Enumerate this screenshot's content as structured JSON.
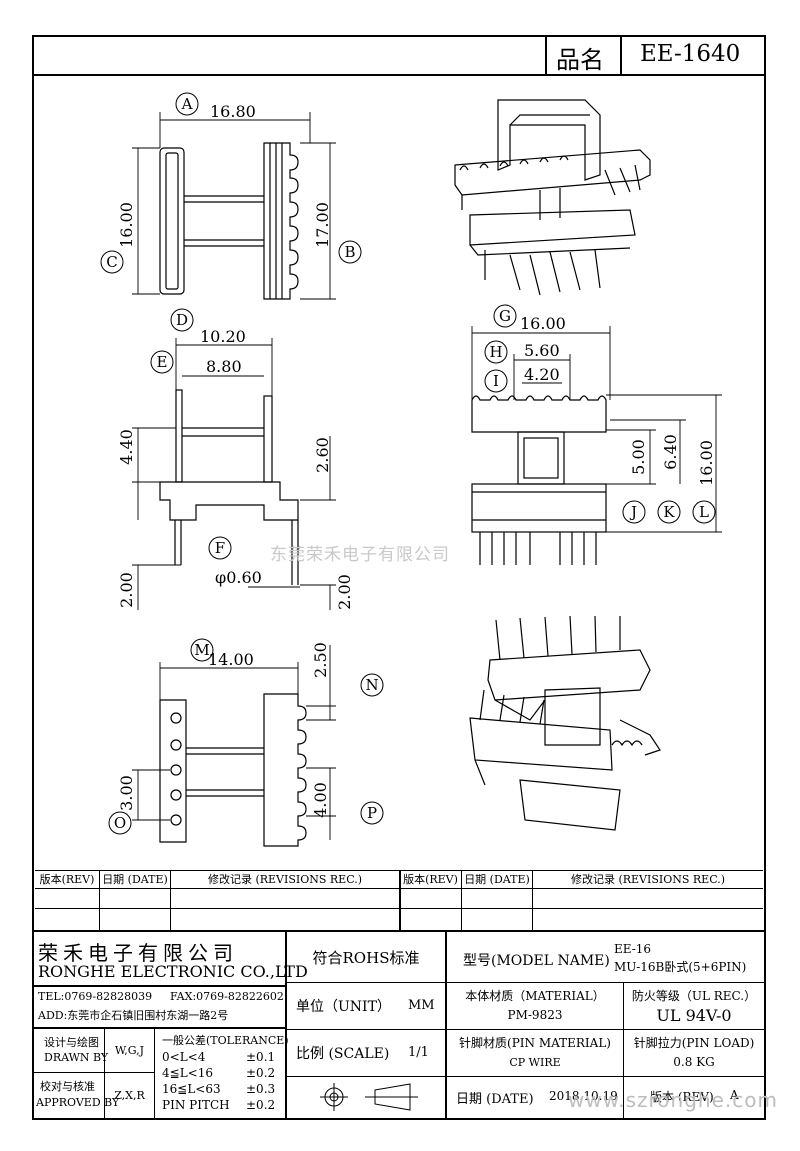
{
  "header": {
    "name_label": "品名",
    "part_no": "EE-1640"
  },
  "drawing": {
    "dims": {
      "a_width": "16.80",
      "c_height": "16.00",
      "b_height": "17.00",
      "d_width": "10.20",
      "e_width": "8.80",
      "h_440": "4.40",
      "h_260": "2.60",
      "pin_dia": "φ0.60",
      "pin_left": "2.00",
      "pin_right": "2.00",
      "g_width": "16.00",
      "h_width": "5.60",
      "i_width": "4.20",
      "j_500": "5.00",
      "k_640": "6.40",
      "l_1600": "16.00",
      "m_width": "14.00",
      "n_250": "2.50",
      "o_300": "3.00",
      "p_400": "4.00"
    },
    "callouts": [
      "A",
      "B",
      "C",
      "D",
      "E",
      "F",
      "G",
      "H",
      "I",
      "J",
      "K",
      "L",
      "M",
      "N",
      "O",
      "P"
    ]
  },
  "watermarks": {
    "company": "东莞荣禾电子有限公司",
    "url": "www.szronghe.com"
  },
  "revisions": {
    "headers": [
      "版本(REV)",
      "日期 (DATE)",
      "修改记录 (REVISIONS REC.)",
      "版本(REV)",
      "日期 (DATE)",
      "修改记录 (REVISIONS REC.)"
    ]
  },
  "title_block": {
    "company_cn": "荣禾电子有限公司",
    "company_en": "RONGHE ELECTRONIC CO.,LTD",
    "tel": "TEL:0769-82828039",
    "fax": "FAX:0769-82822602",
    "address": "ADD:东莞市企石镇旧围村东湖一路2号",
    "designed_label": "设计与绘图",
    "drawn_by_label": "DRAWN BY",
    "drawn_by_value": "W,G,J",
    "checked_label": "校对与核准",
    "approved_label": "APPROVED BY",
    "approved_value": "Z,X,R",
    "tolerance_title": "一般公差(TOLERANCE)",
    "tolerance_rows": [
      {
        "range": "0<L<4",
        "value": "±0.1"
      },
      {
        "range": "4≦L<16",
        "value": "±0.2"
      },
      {
        "range": "16≦L<63",
        "value": "±0.3"
      },
      {
        "range": "PIN PITCH",
        "value": "±0.2"
      }
    ],
    "rohs": "符合ROHS标准",
    "unit_label": "单位（UNIT）",
    "unit_value": "MM",
    "scale_label": "比例 (SCALE)",
    "scale_value": "1/1",
    "model_label": "型号(MODEL NAME)",
    "model_line1": "EE-16",
    "model_line2": "MU-16B卧式(5+6PIN)",
    "material_label": "本体材质（MATERIAL）",
    "material_value": "PM-9823",
    "fire_label": "防火等级（UL REC.）",
    "fire_value": "UL 94V-0",
    "pin_material_label": "针脚材质(PIN MATERIAL)",
    "pin_material_value": "CP WIRE",
    "pin_load_label": "针脚拉力(PIN LOAD)",
    "pin_load_value": "0.8 KG",
    "date_label": "日期 (DATE)",
    "date_value": "2018.10.19",
    "rev_label": "版本 (REV)",
    "rev_value": "A"
  }
}
